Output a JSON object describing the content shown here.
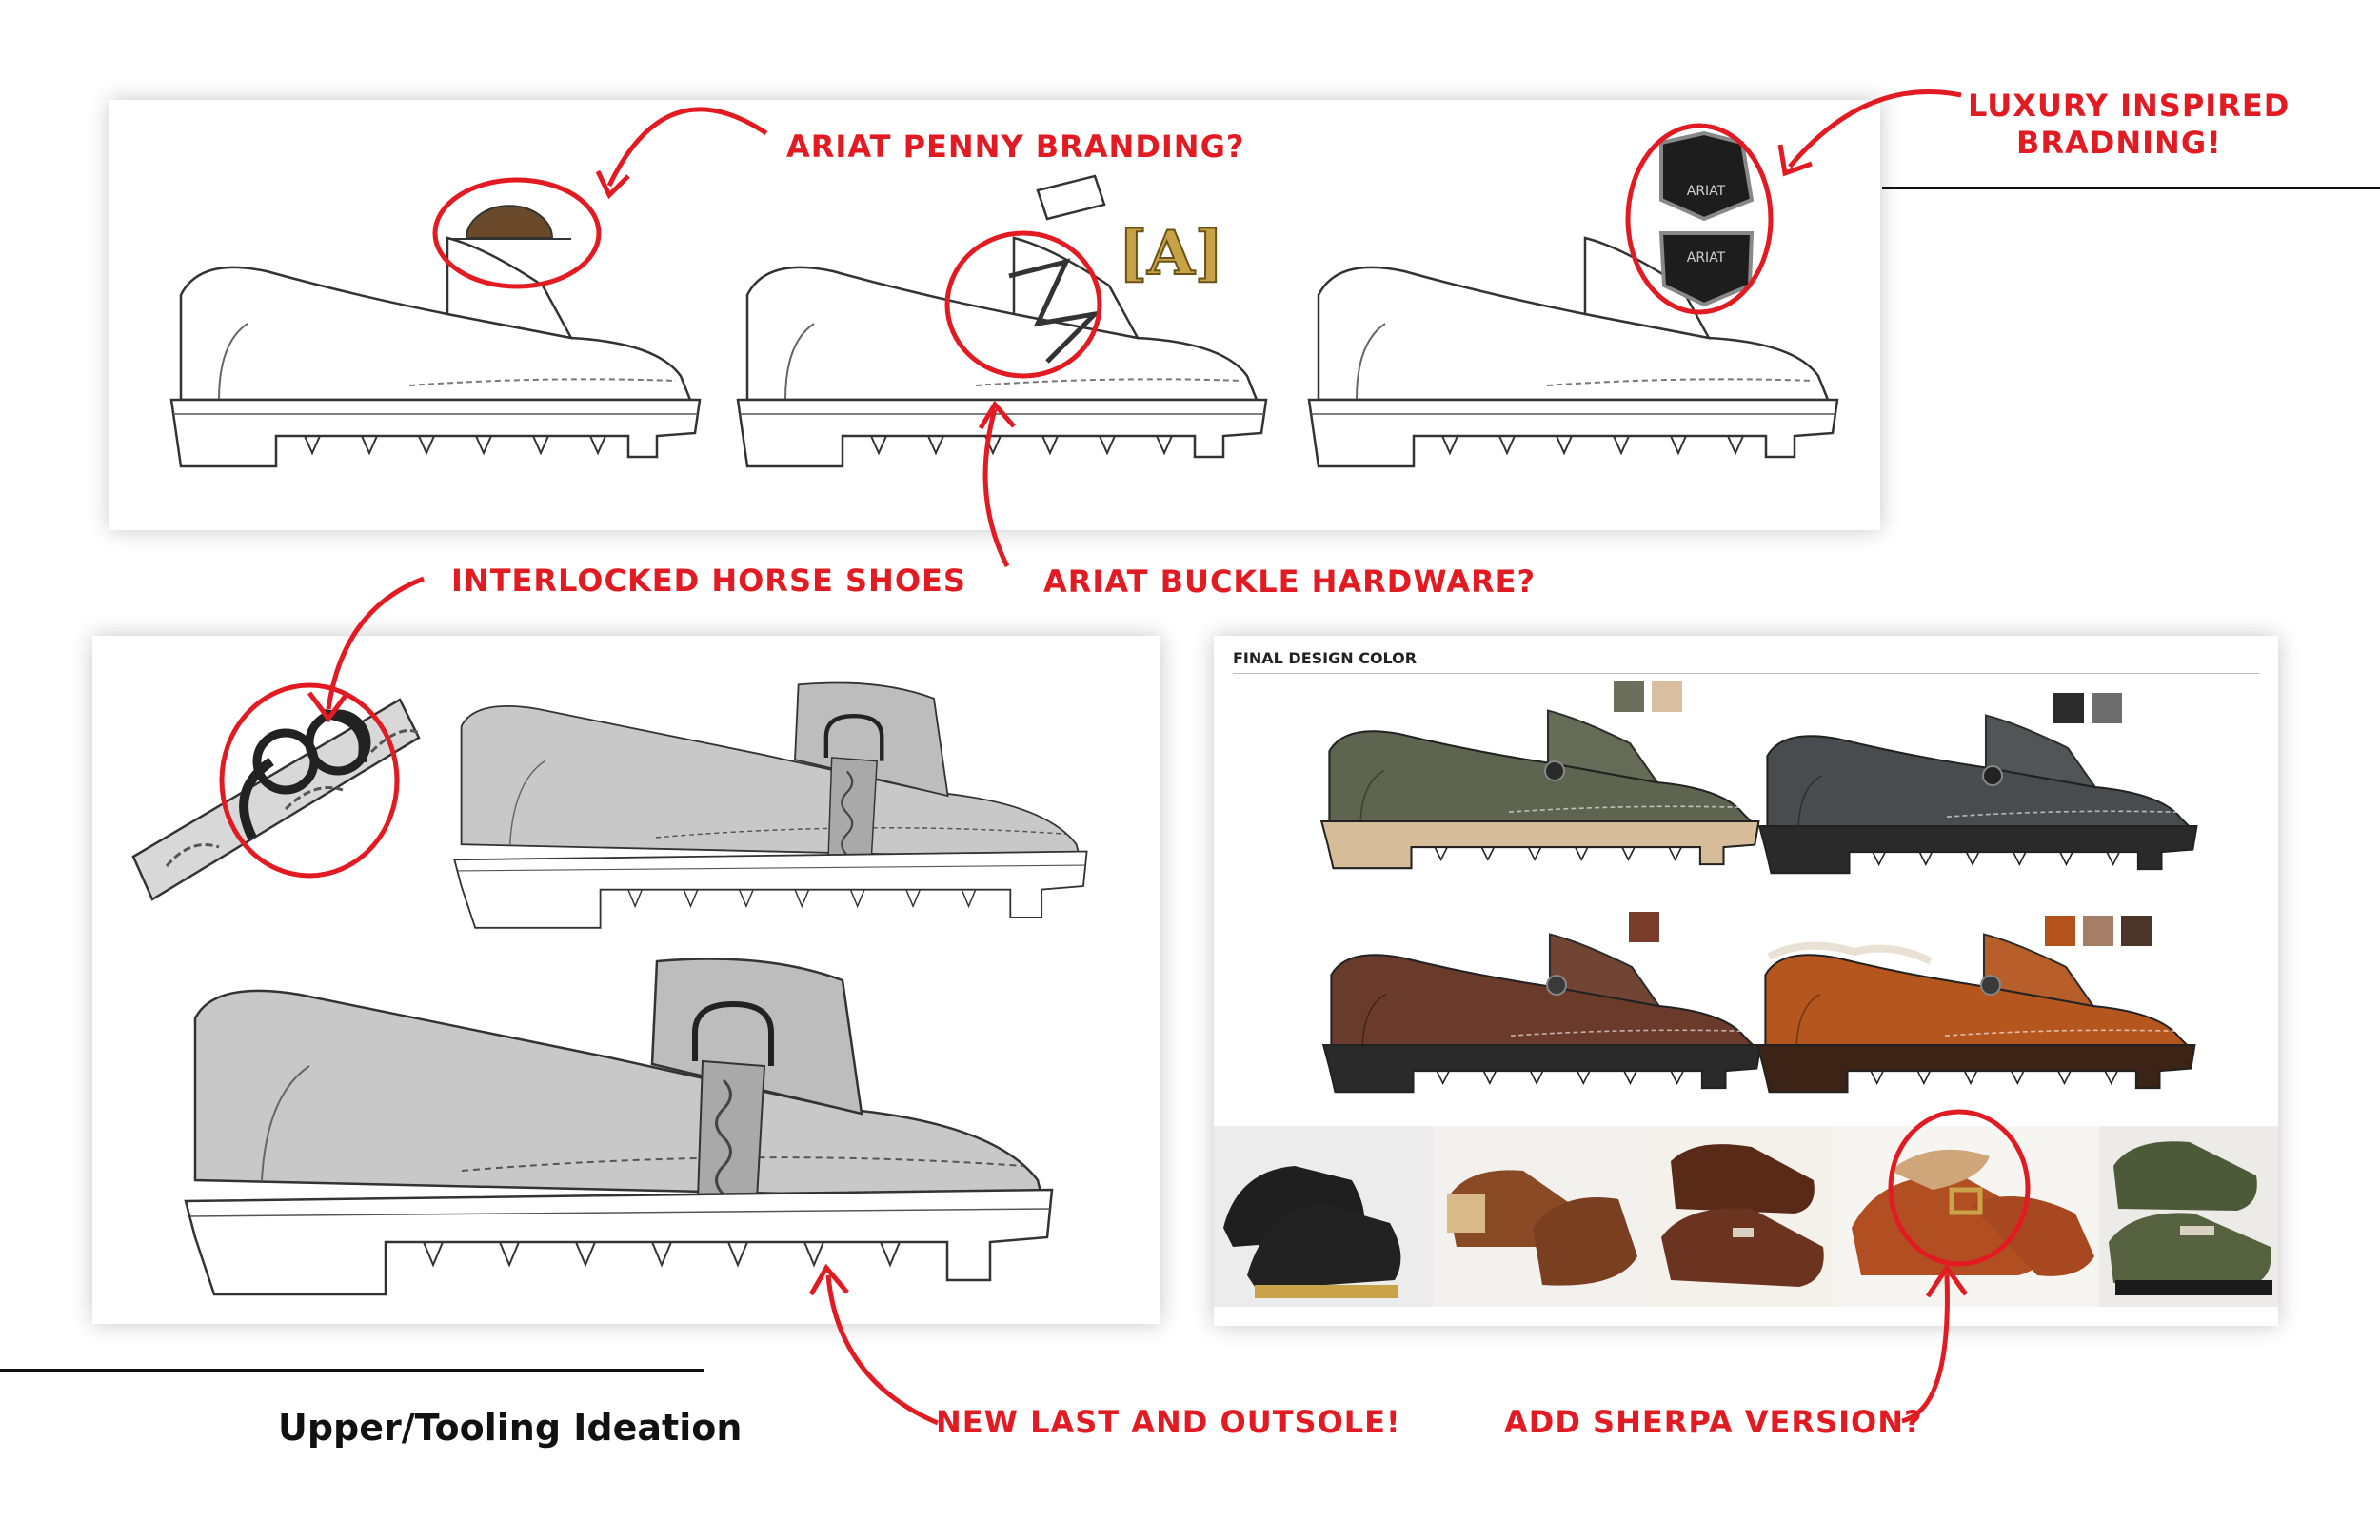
{
  "notes": {
    "penny": "ARIAT PENNY BRANDING?",
    "luxury_line1": "LUXURY INSPIRED",
    "luxury_line2": "BRADNING!",
    "buckle": "ARIAT BUCKLE HARDWARE?",
    "horseshoes": "INTERLOCKED HORSE SHOES",
    "last": "NEW LAST AND OUTSOLE!",
    "sherpa": "ADD SHERPA VERSION?"
  },
  "section_title": "Upper/Tooling Ideation",
  "final_design_label": "FINAL DESIGN COLOR",
  "logo_mark": "[A]",
  "badge_text": "ARIAT",
  "colors": {
    "annotation_red": "#e21b23",
    "olive": "#5e6450",
    "olive_sole": "#d6bc98",
    "charcoal": "#4a4b4e",
    "dark_sole": "#2a2a2a",
    "brown": "#6a3a2a",
    "cognac": "#b5561f",
    "dark_brown_sole": "#3b2416",
    "sketch_gray": "#c9c9c9"
  },
  "swatches": [
    {
      "colors": [
        "#6b6f5c",
        "#d8bf9f"
      ]
    },
    {
      "colors": [
        "#2b2b2b",
        "#6d6d6d"
      ]
    },
    {
      "colors": [
        "#7a3d2c"
      ]
    },
    {
      "colors": [
        "#b3521d",
        "#a57e68",
        "#4c3528"
      ]
    }
  ]
}
